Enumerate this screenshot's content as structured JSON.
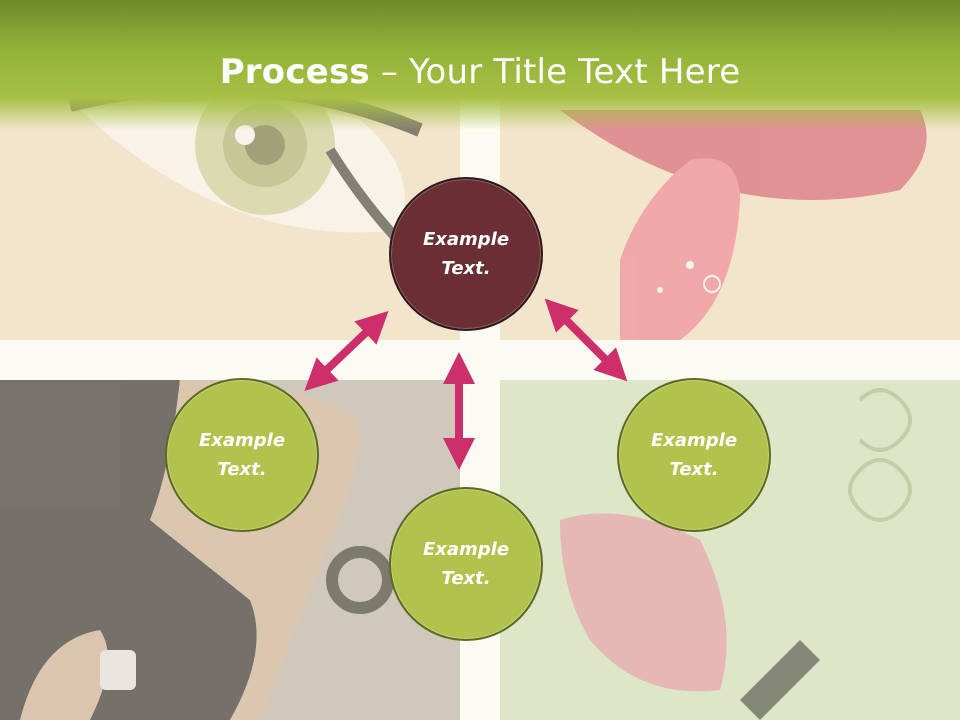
{
  "slide": {
    "title_bold": "Process",
    "title_rest": " – Your Title Text Here"
  },
  "nodes": {
    "top": "Example\nText.",
    "left": "Example\nText.",
    "right": "Example\nText.",
    "bottom": "Example\nText."
  },
  "colors": {
    "header": "#a7c044",
    "node_dark": "#6b2e33",
    "node_green": "#b2c34d",
    "arrow": "#cc2f69"
  }
}
